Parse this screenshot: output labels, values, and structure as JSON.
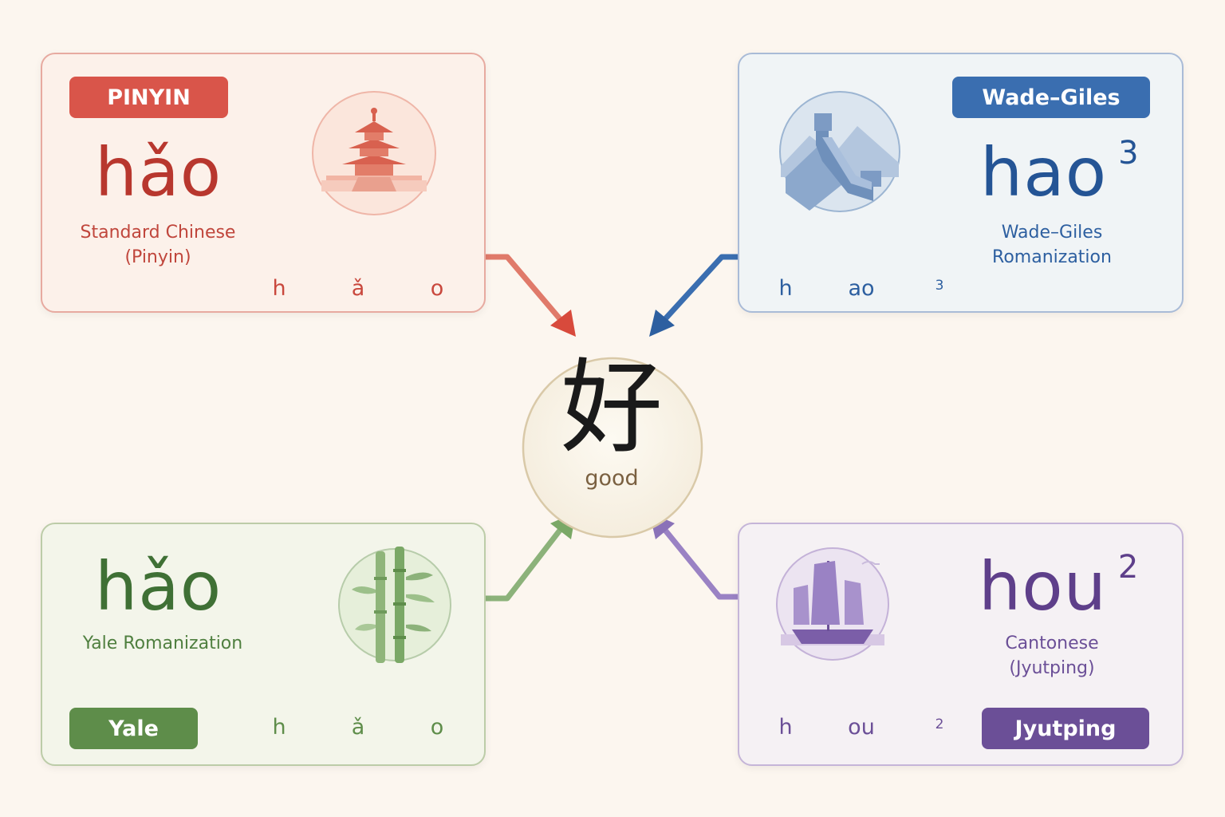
{
  "center": {
    "character": "好",
    "gloss": "good"
  },
  "systems": {
    "pinyin": {
      "badge": "PINYIN",
      "romanization": "hǎo",
      "description_line1": "Standard Chinese",
      "description_line2": "(Pinyin)",
      "segments": [
        "h",
        "ǎ",
        "o"
      ],
      "color": "#c9483d",
      "icon": "temple-of-heaven-icon"
    },
    "wade_giles": {
      "badge": "Wade–Giles",
      "romanization": "hao",
      "tone": "3",
      "description_line1": "Wade–Giles",
      "description_line2": "Romanization",
      "segments": [
        "h",
        "ao",
        "3"
      ],
      "color": "#2d5fa0",
      "icon": "great-wall-icon"
    },
    "yale": {
      "badge": "Yale",
      "romanization": "hǎo",
      "description_line1": "Yale Romanization",
      "segments": [
        "h",
        "ǎ",
        "o"
      ],
      "color": "#4f7f3f",
      "icon": "bamboo-icon"
    },
    "jyutping": {
      "badge": "Jyutping",
      "romanization": "hou",
      "tone": "2",
      "description_line1": "Cantonese",
      "description_line2": "(Jyutping)",
      "segments": [
        "h",
        "ou",
        "2"
      ],
      "color": "#6b4f97",
      "icon": "junk-boat-icon"
    }
  }
}
